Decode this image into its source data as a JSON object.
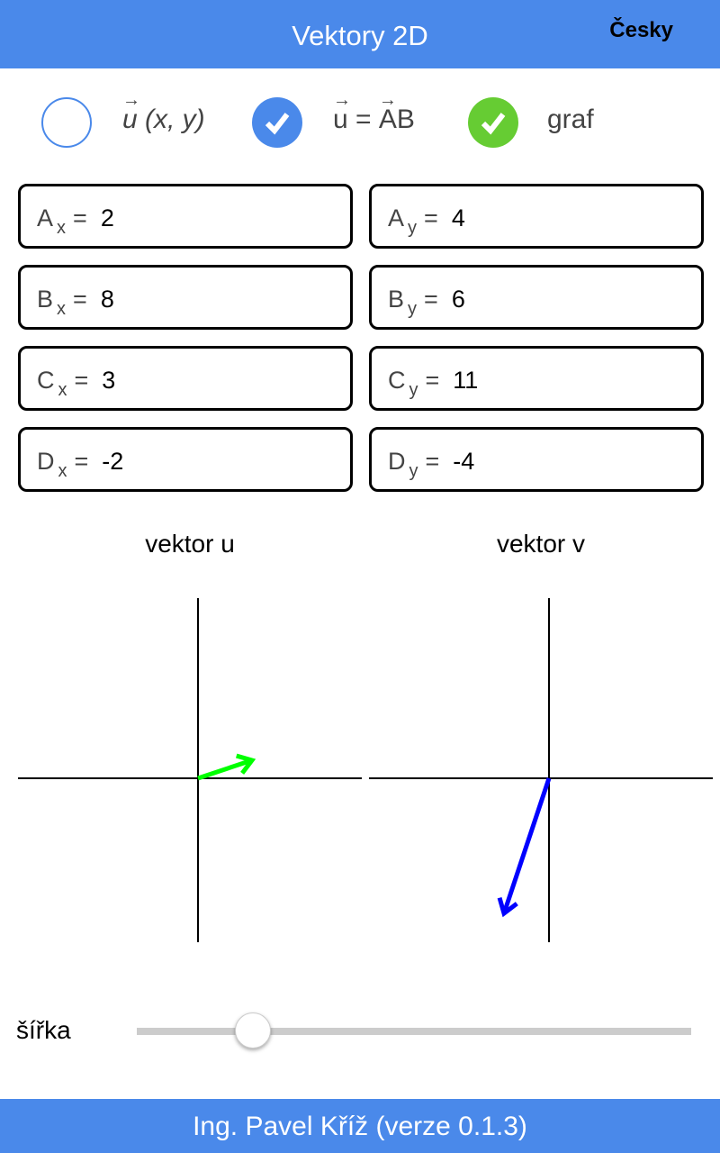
{
  "header": {
    "title": "Vektory 2D",
    "language": "Česky"
  },
  "options": [
    {
      "label_vector": "u",
      "label_rest": " (x, y)",
      "checked": false,
      "color": "#4a89ea"
    },
    {
      "label_u": "u",
      "label_eq": " = ",
      "label_ab": "AB",
      "checked": true,
      "color": "#4a89ea"
    },
    {
      "label": "graf",
      "checked": true,
      "color": "#66cc33"
    }
  ],
  "fields": [
    {
      "point": "A",
      "axis": "x",
      "value": "2"
    },
    {
      "point": "A",
      "axis": "y",
      "value": "4"
    },
    {
      "point": "B",
      "axis": "x",
      "value": "8"
    },
    {
      "point": "B",
      "axis": "y",
      "value": "6"
    },
    {
      "point": "C",
      "axis": "x",
      "value": "3"
    },
    {
      "point": "C",
      "axis": "y",
      "value": "11"
    },
    {
      "point": "D",
      "axis": "x",
      "value": "-2"
    },
    {
      "point": "D",
      "axis": "y",
      "value": "-4"
    }
  ],
  "eq": "=",
  "graphs": {
    "u_label": "vektor u",
    "v_label": "vektor v",
    "u": [
      6,
      2
    ],
    "v": [
      -5,
      -15
    ],
    "u_color": "#00ff00",
    "v_color": "#0000ff"
  },
  "slider": {
    "label": "šířka",
    "value": 0.21
  },
  "footer": "Ing. Pavel Kříž (verze 0.1.3)"
}
